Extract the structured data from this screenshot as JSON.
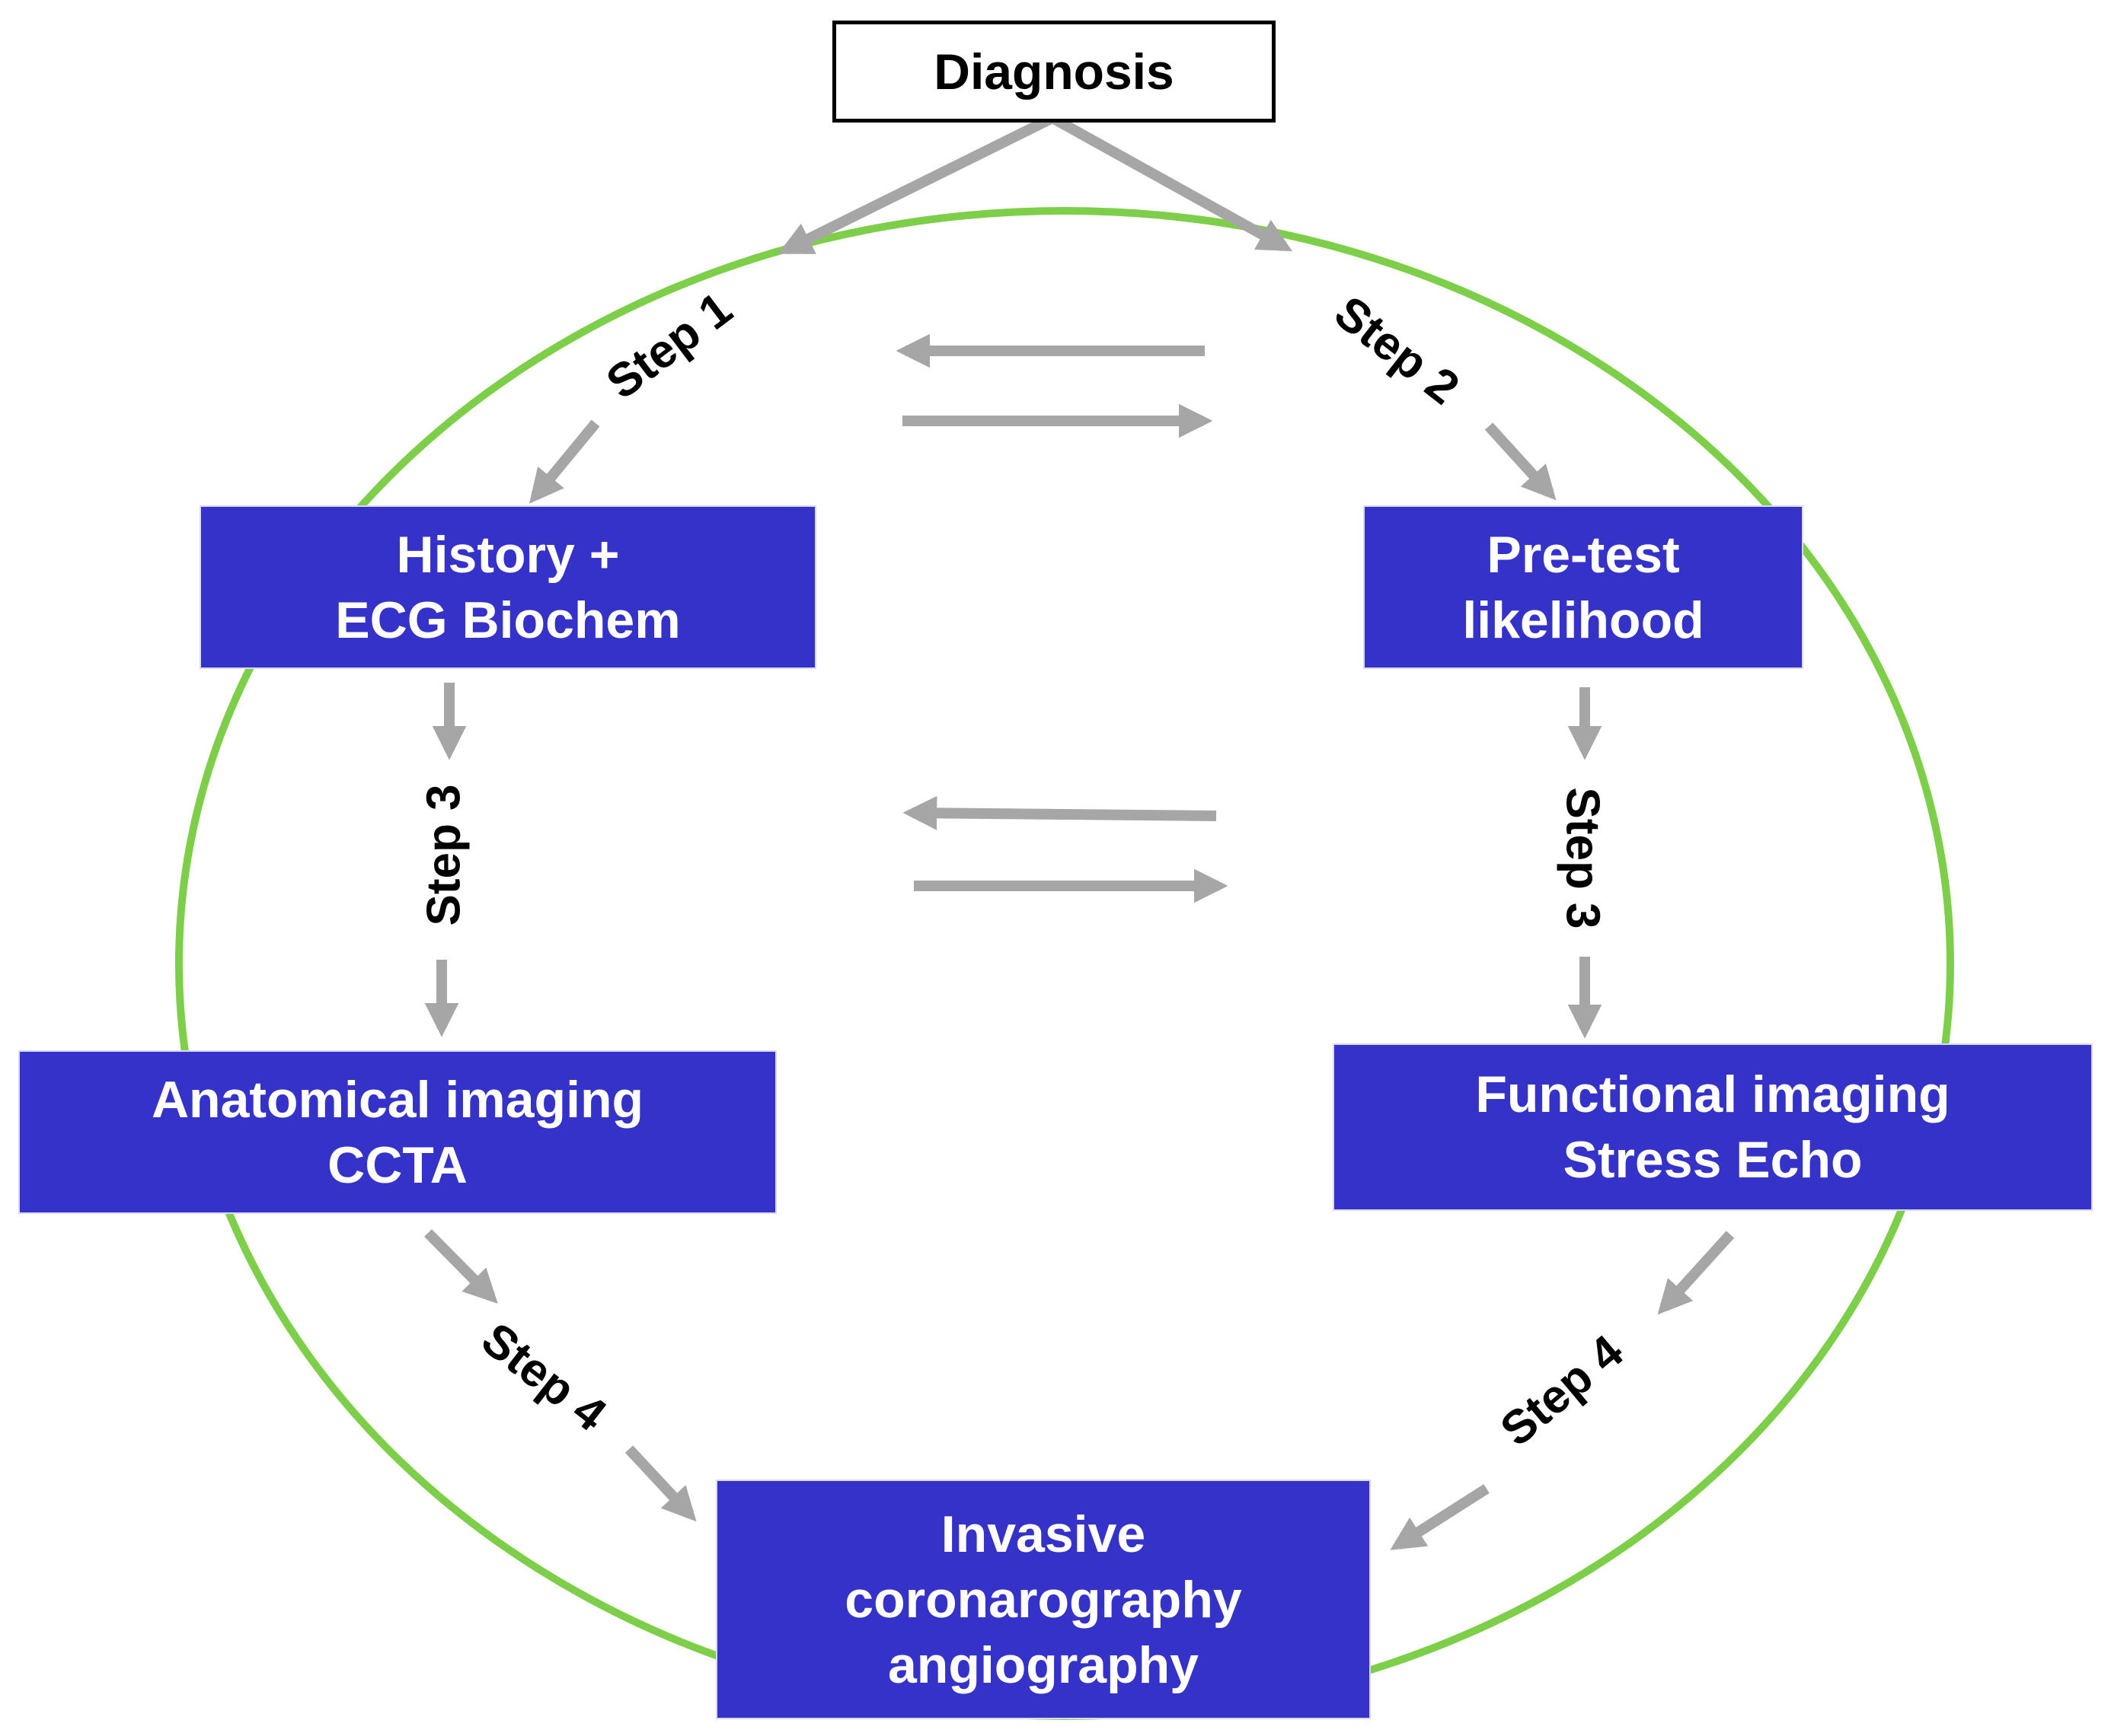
{
  "title": "Diagnosis",
  "boxes": {
    "history": [
      "History +",
      "ECG Biochem"
    ],
    "pretest": [
      "Pre-test",
      "likelihood"
    ],
    "anatomical": [
      "Anatomical imaging",
      "CCTA"
    ],
    "functional": [
      "Functional imaging",
      "Stress Echo"
    ],
    "invasive": [
      "Invasive",
      "coronarography",
      "angiography"
    ]
  },
  "steps": {
    "step1": "Step 1",
    "step2": "Step 2",
    "step3_left": "Step 3",
    "step3_right": "Step 3",
    "step4_left": "Step 4",
    "step4_right": "Step 4"
  },
  "colors": {
    "box_fill": "#3532c9",
    "box_text": "#ffffff",
    "ring": "#7dcf4a",
    "arrow": "#a6a6a6"
  }
}
